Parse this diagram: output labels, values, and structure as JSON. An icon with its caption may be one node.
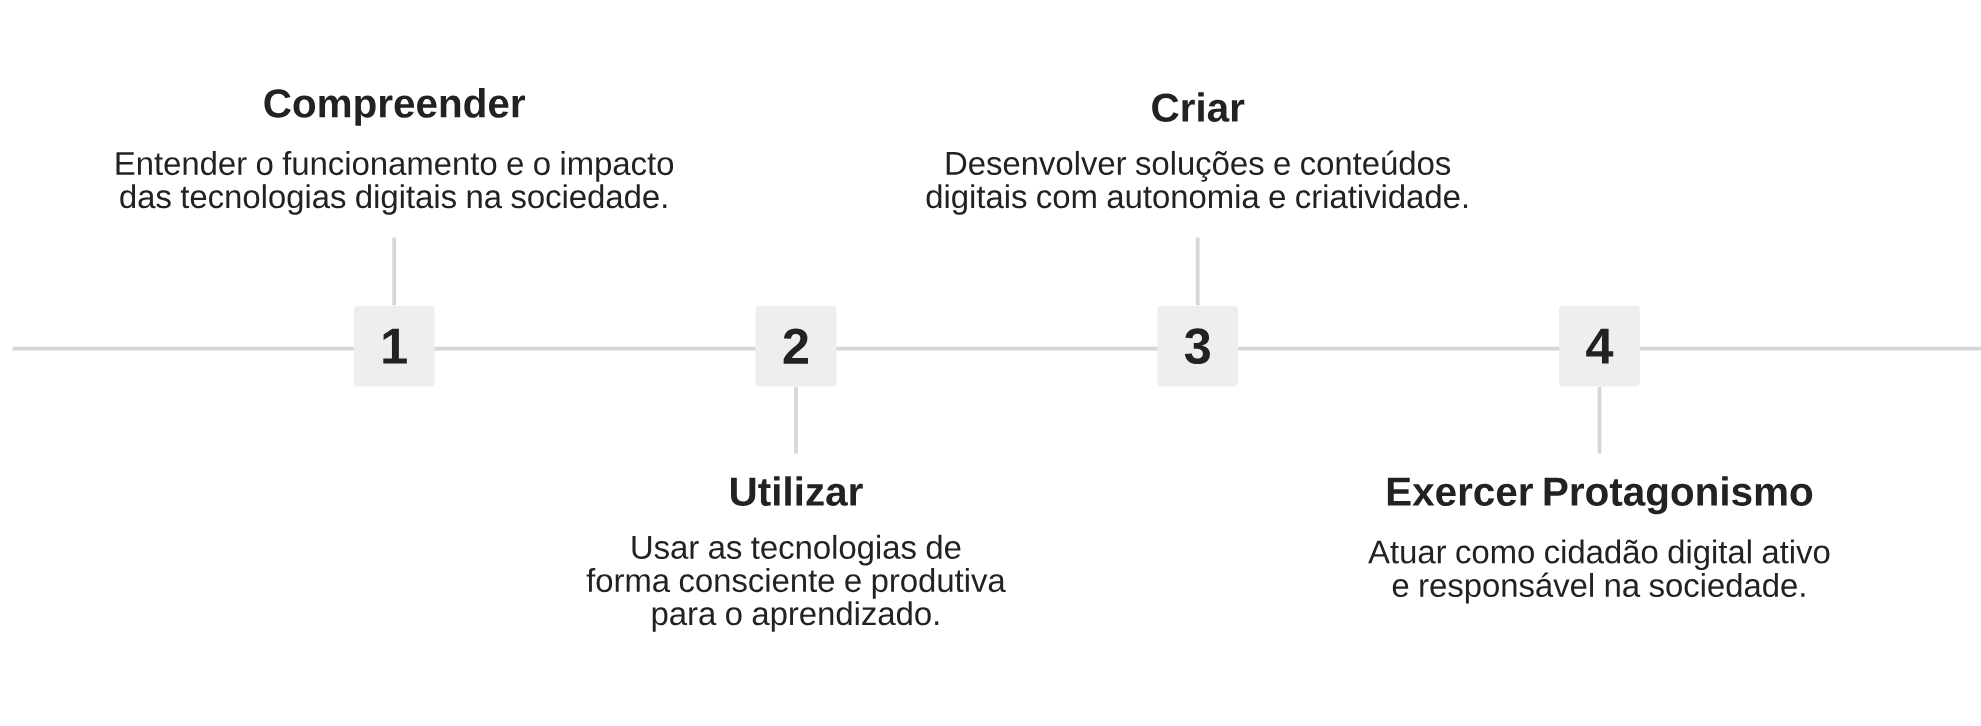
{
  "diagram": {
    "nodes": [
      {
        "text": [
          "1"
        ]
      },
      {
        "text": [
          "Compreender",
          "Entender o funcionamento e o impacto das tecnologias digitais na sociedade."
        ]
      },
      {
        "text": [
          "2"
        ]
      },
      {
        "text": [
          "Utilizar",
          "Usar as tecnologias de forma consciente e produtiva para o aprendizado."
        ]
      },
      {
        "text": [
          "3"
        ]
      },
      {
        "text": [
          "Criar",
          "Desenvolver soluções e conteúdos digitais com autonomia e criatividade."
        ]
      },
      {
        "text": [
          "4"
        ]
      },
      {
        "text": [
          "Exercer Protagonismo",
          "Atuar como cidadão digital ativo e responsável na sociedade."
        ]
      }
    ],
    "edges": [
      {
        "from": 0,
        "to": 1,
        "arrow": "none"
      },
      {
        "from": 2,
        "to": 3,
        "arrow": "none"
      },
      {
        "from": 4,
        "to": 5,
        "arrow": "none"
      },
      {
        "from": 6,
        "to": 7,
        "arrow": "none"
      }
    ]
  }
}
